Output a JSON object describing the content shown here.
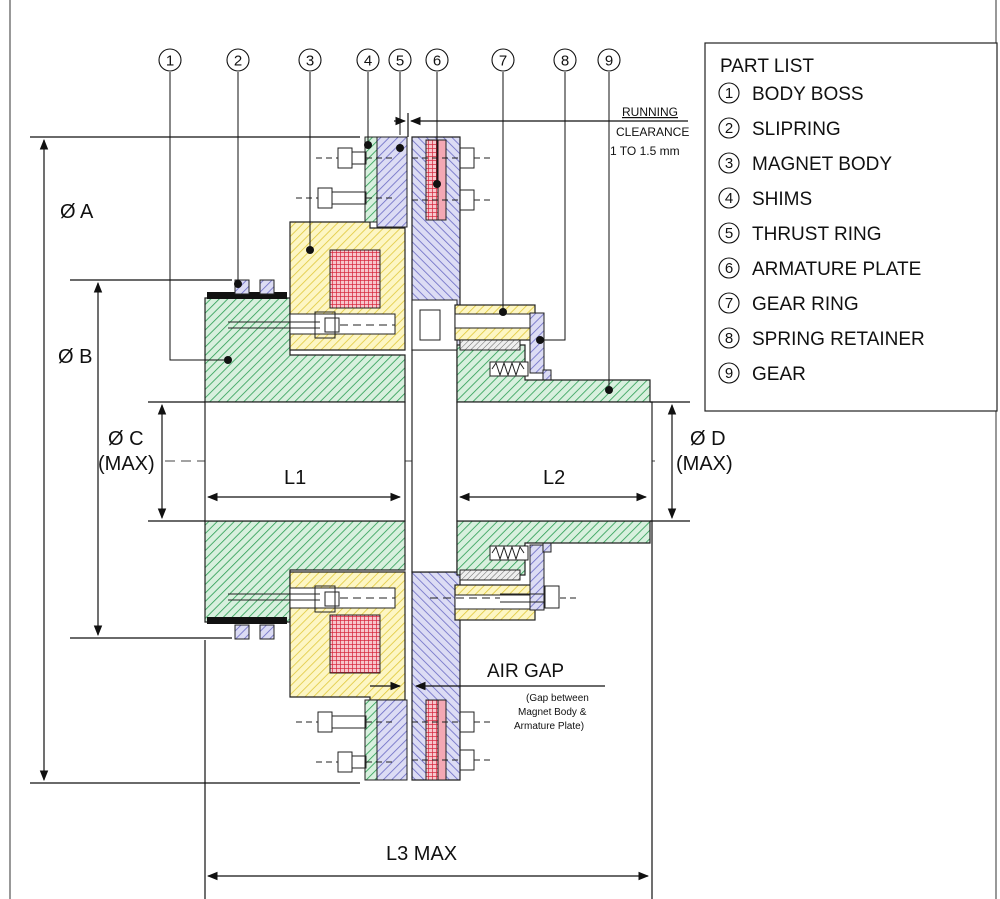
{
  "title_box": {
    "heading": "PART LIST",
    "items": [
      {
        "num": "1",
        "label": "BODY BOSS"
      },
      {
        "num": "2",
        "label": "SLIPRING"
      },
      {
        "num": "3",
        "label": "MAGNET BODY"
      },
      {
        "num": "4",
        "label": "SHIMS"
      },
      {
        "num": "5",
        "label": "THRUST RING"
      },
      {
        "num": "6",
        "label": "ARMATURE PLATE"
      },
      {
        "num": "7",
        "label": "GEAR RING"
      },
      {
        "num": "8",
        "label": "SPRING RETAINER"
      },
      {
        "num": "9",
        "label": "GEAR"
      }
    ]
  },
  "callouts": [
    "1",
    "2",
    "3",
    "4",
    "5",
    "6",
    "7",
    "8",
    "9"
  ],
  "dimensions": {
    "a": "Ø A",
    "b": "Ø B",
    "c": "Ø C",
    "c_note": "(MAX)",
    "d": "Ø D",
    "d_note": "(MAX)",
    "l1": "L1",
    "l2": "L2",
    "l3": "L3 MAX"
  },
  "notes": {
    "running_1": "RUNNING",
    "running_2": "CLEARANCE",
    "running_3": "1 TO 1.5 mm",
    "air_gap": "AIR GAP",
    "gap_1": "(Gap between",
    "gap_2": "Magnet Body &",
    "gap_3": "Armature Plate)"
  },
  "colors": {
    "green": "#2a9d52",
    "yellow": "#f6e46a",
    "blue": "#6a6ac4",
    "red": "#d6233a",
    "pink": "#f4a8b4"
  }
}
